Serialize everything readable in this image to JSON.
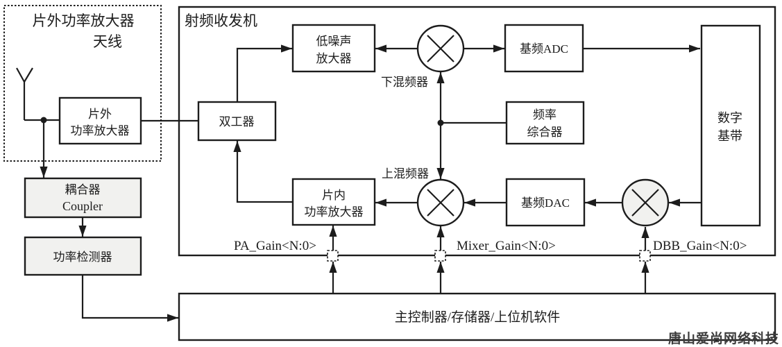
{
  "diagram": {
    "offchip_region": {
      "title_line1": "片外功率放大器",
      "title_line2": "天线"
    },
    "transceiver_title": "射频收发机",
    "blocks": {
      "offchip_pa": {
        "line1": "片外",
        "line2": "功率放大器"
      },
      "coupler": {
        "line1": "耦合器",
        "line2": "Coupler"
      },
      "power_detector": {
        "label": "功率检测器"
      },
      "duplexer": {
        "label": "双工器"
      },
      "lna": {
        "line1": "低噪声",
        "line2": "放大器"
      },
      "baseband_adc": {
        "label": "基频ADC"
      },
      "freq_synth": {
        "line1": "频率",
        "line2": "综合器"
      },
      "digital_baseband": {
        "line1": "数字",
        "line2": "基带"
      },
      "onchip_pa": {
        "line1": "片内",
        "line2": "功率放大器"
      },
      "baseband_dac": {
        "label": "基频DAC"
      },
      "controller": {
        "label": "主控制器/存储器/上位机软件"
      }
    },
    "mixer_labels": {
      "down_mixer": "下混频器",
      "up_mixer": "上混频器"
    },
    "gain_labels": {
      "pa": "PA_Gain<N:0>",
      "mixer": "Mixer_Gain<N:0>",
      "dbb": "DBB_Gain<N:0>"
    },
    "watermark": "唐山爱尚网络科技",
    "colors": {
      "line": "#1c1c1c",
      "gray_fill": "#f1f1ef",
      "background": "#ffffff"
    }
  }
}
